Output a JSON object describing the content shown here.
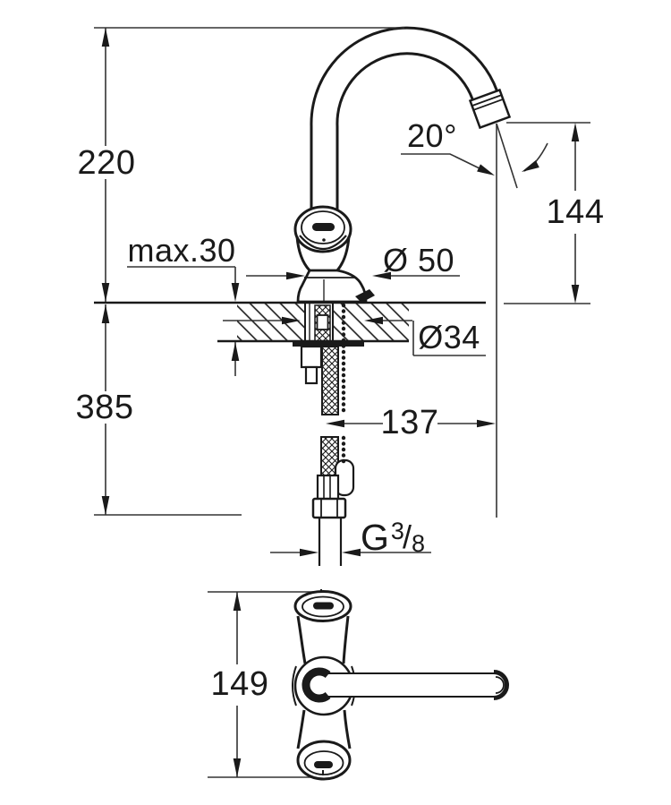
{
  "drawing": {
    "title": "faucet installation dimension drawing",
    "line_color": "#1a1a1a",
    "background_color": "#ffffff"
  },
  "labels": {
    "total_height": "220",
    "mounting_thickness": "max.30",
    "base_diameter": "Ø 50",
    "spout_angle": "20°",
    "outlet_height": "144",
    "hole_diameter": "Ø34",
    "below_counter_length": "385",
    "spout_reach": "137",
    "top_view_height": "149",
    "thread": {
      "prefix": "G",
      "numerator": "3",
      "slash": "/",
      "denominator": "8"
    }
  }
}
